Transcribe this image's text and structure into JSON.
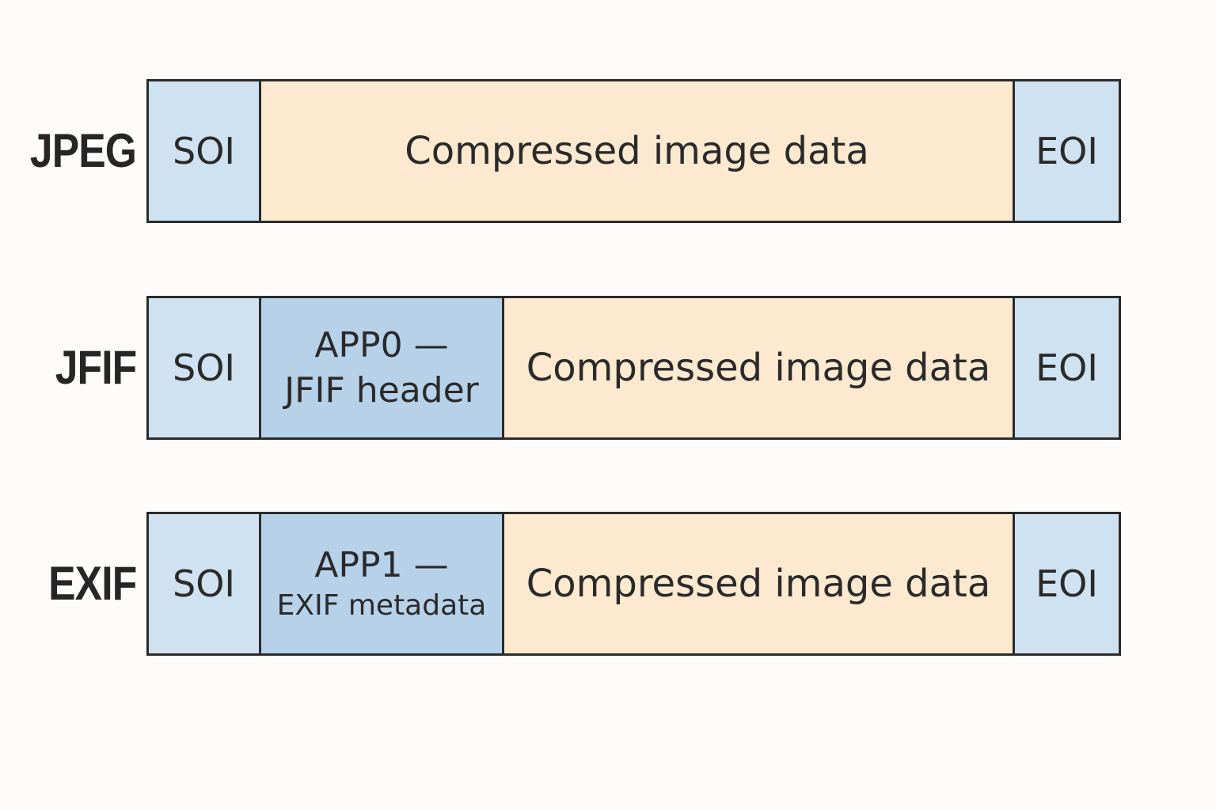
{
  "rows": [
    {
      "label": "JPEG",
      "soi": "SOI",
      "data": "Compressed image data",
      "eoi": "EOI"
    },
    {
      "label": "JFIF",
      "soi": "SOI",
      "app_title": "APP0 —",
      "app_sub": "JFIF header",
      "data": "Compressed image data",
      "eoi": "EOI"
    },
    {
      "label": "EXIF",
      "soi": "SOI",
      "app_title": "APP1 —",
      "app_sub": "EXIF metadata",
      "data": "Compressed image data",
      "eoi": "EOI"
    }
  ],
  "colors": {
    "marker_fill": "#cfe2f1",
    "app_fill": "#b7d1e9",
    "data_fill": "#fde9cf",
    "border": "#2b2b2b",
    "background": "#fdfcfa"
  }
}
